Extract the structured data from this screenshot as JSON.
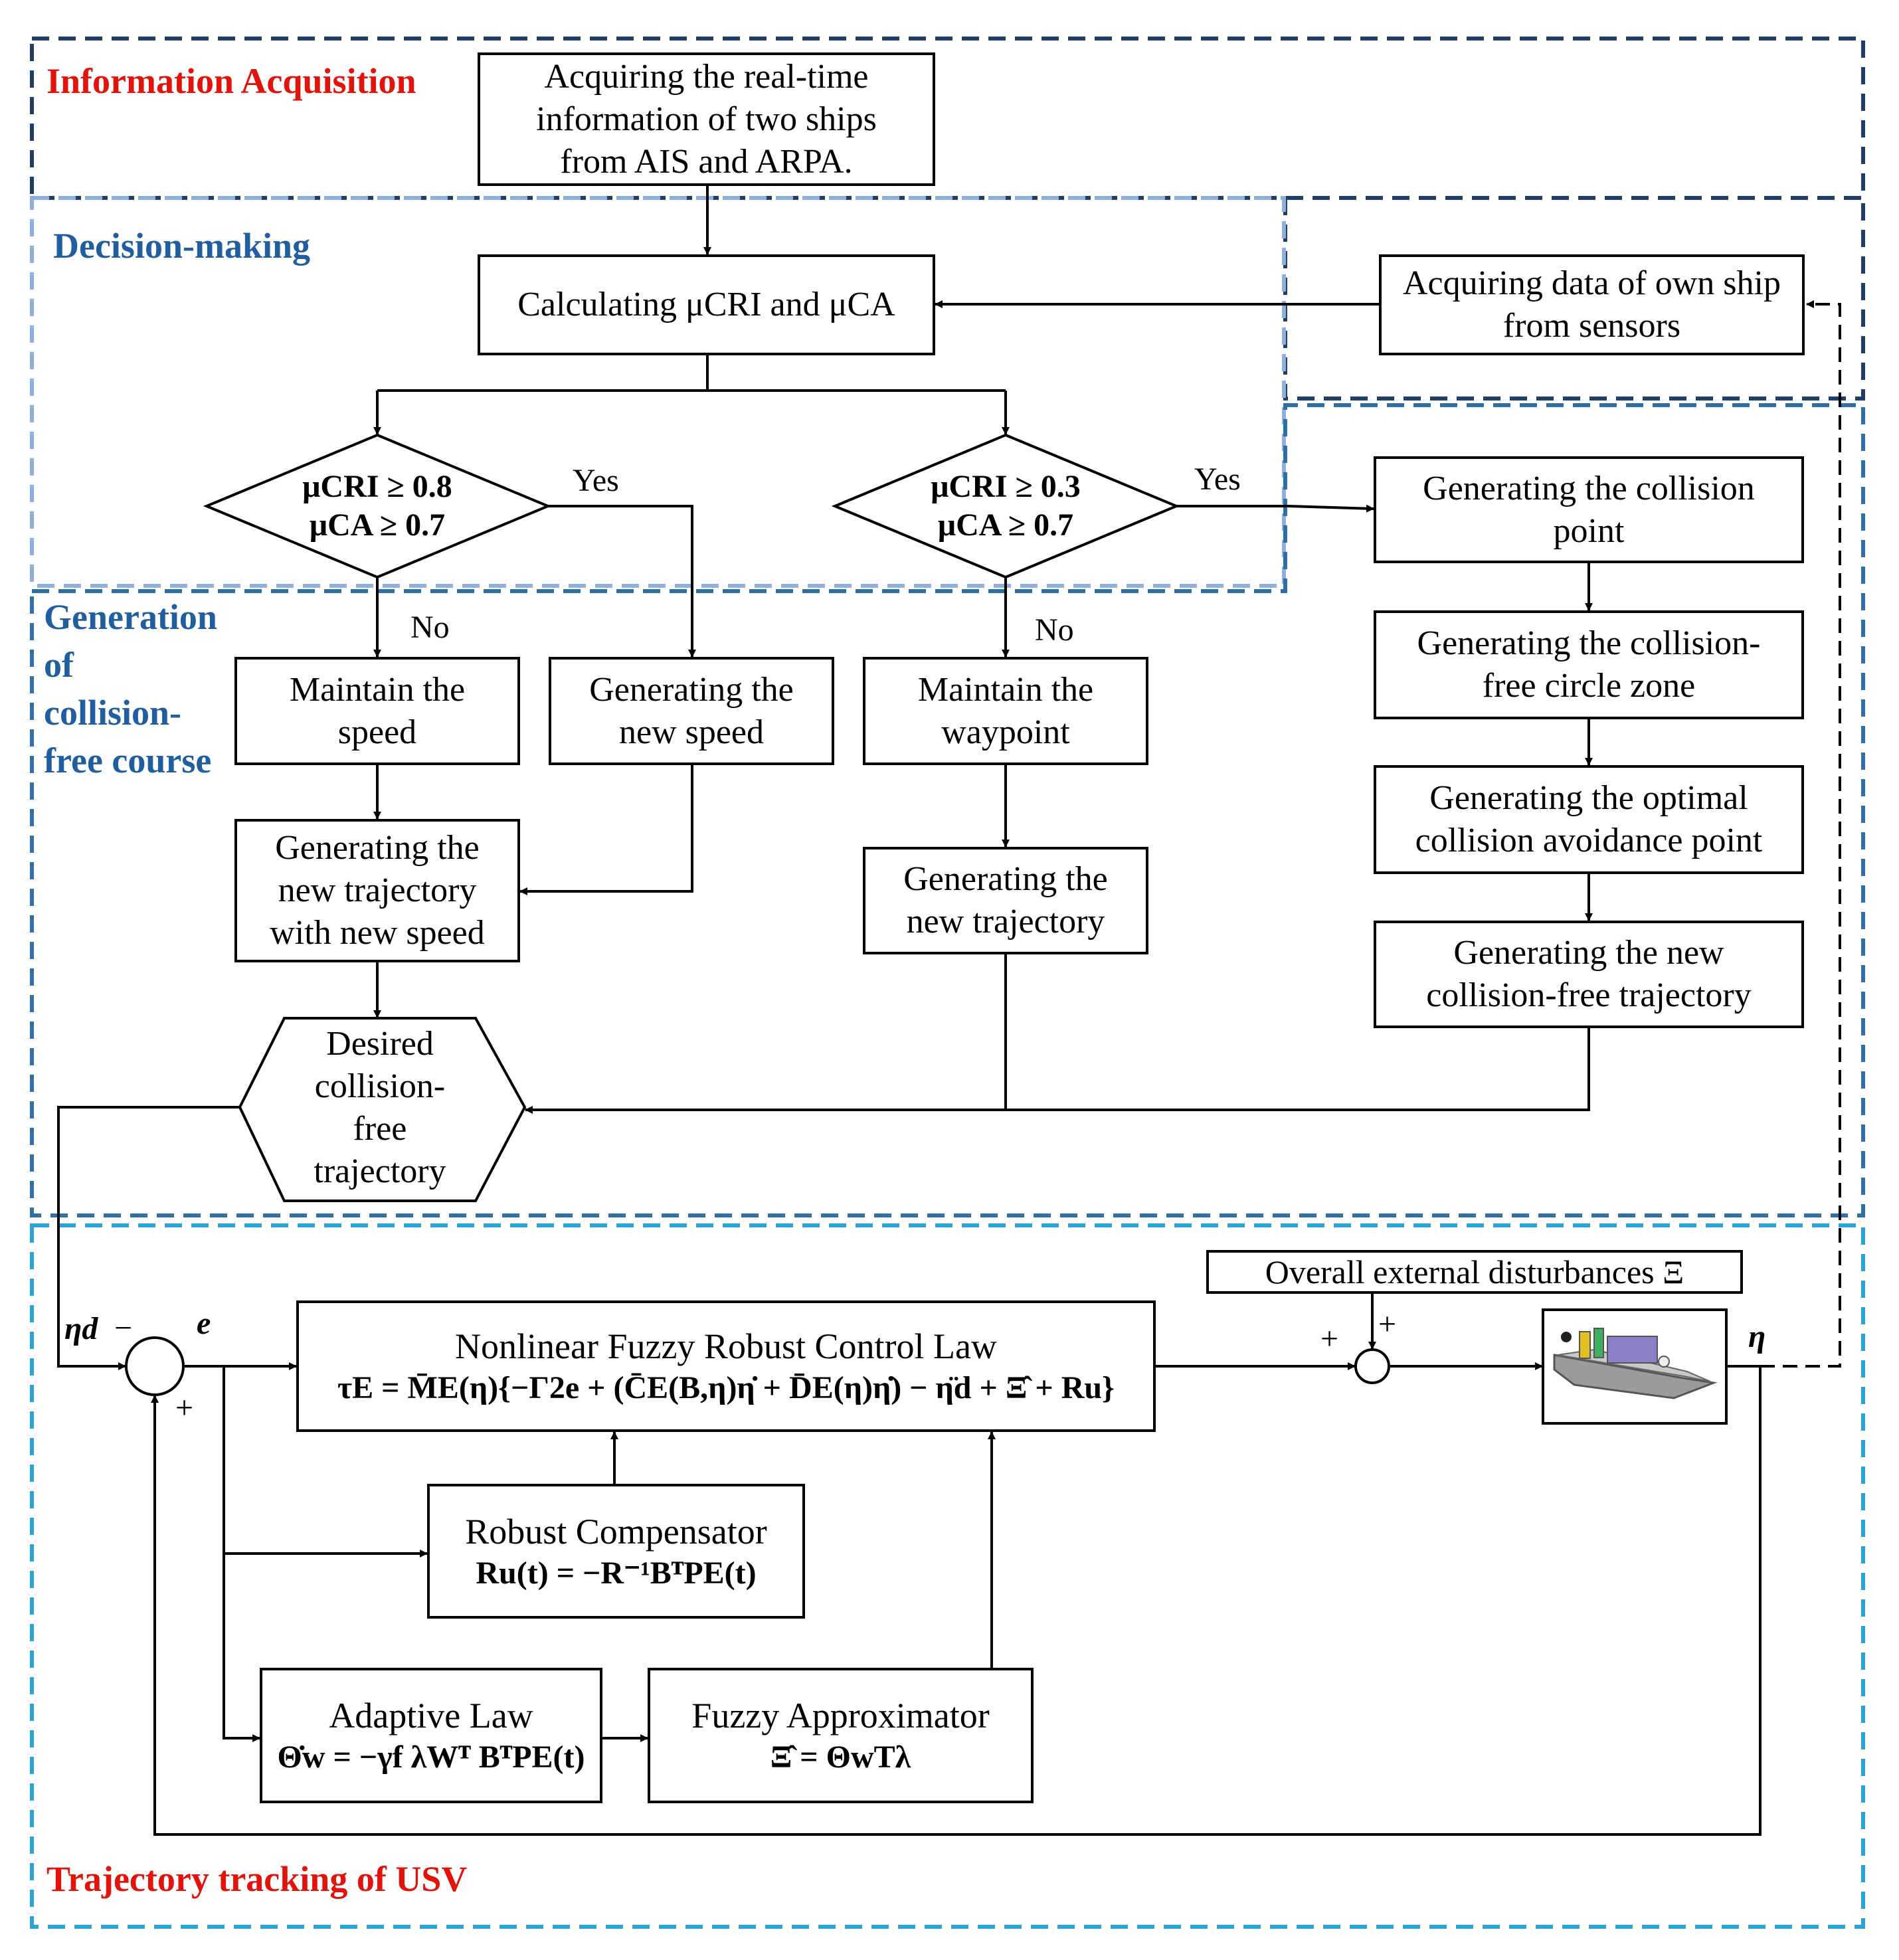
{
  "colors": {
    "info_border": "#1f3d66",
    "decision_border": "#8fb0dc",
    "generation_border": "#2f6fa6",
    "tracking_border": "#2aa3d6",
    "info_label": "#e3120b",
    "decision_label": "#1f5fa0",
    "generation_label": "#1f5fa0",
    "tracking_label": "#e3120b"
  },
  "regions": {
    "info": "Information Acquisition",
    "decision": "Decision-making",
    "generation": "Generation\nof\ncollision-\nfree course",
    "tracking": "Trajectory tracking of USV"
  },
  "boxes": {
    "acquire_two_ships": "Acquiring the real-time\ninformation of two ships\nfrom AIS and ARPA.",
    "calculating": "Calculating μCRI and μCA",
    "acquire_own_ship": "Acquiring data of own ship\nfrom sensors",
    "maintain_speed": "Maintain the\nspeed",
    "new_speed": "Generating the\nnew speed",
    "maintain_waypoint": "Maintain the\nwaypoint",
    "trajectory_new_speed": "Generating the\nnew trajectory\nwith new speed",
    "new_trajectory": "Generating the\nnew trajectory",
    "collision_point": "Generating the collision\npoint",
    "circle_zone": "Generating the collision-\nfree circle zone",
    "optimal_point": "Generating the optimal\ncollision avoidance point",
    "new_cf_trajectory": "Generating the new\ncollision-free trajectory",
    "desired": "Desired\ncollision-\nfree\ntrajectory",
    "disturbances": "Overall external disturbances  Ξ"
  },
  "diamonds": {
    "left": "μCRI ≥ 0.8\nμCA ≥ 0.7",
    "right": "μCRI ≥ 0.3\nμCA ≥ 0.7"
  },
  "edge_labels": {
    "yes_left": "Yes",
    "yes_right": "Yes",
    "no_left": "No",
    "no_right": "No"
  },
  "control": {
    "law_title": "Nonlinear Fuzzy Robust Control Law",
    "law_eq": "τE = M̄E(η){−Γ2e + (C̄E(B,η)η̇ + D̄E(η)η̇) − η̈d + Ξ̂ + Ru}",
    "robust_title": "Robust Compensator",
    "robust_eq": "Ru(t) = −R⁻¹BᵀPE(t)",
    "adaptive_title": "Adaptive Law",
    "adaptive_eq": "Θ̇w = −γf λWᵀ BᵀPE(t)",
    "fuzzy_title": "Fuzzy Approximator",
    "fuzzy_eq": "Ξ̂ = ΘwTλ"
  },
  "signals": {
    "eta_d": "ηd",
    "minus": "−",
    "e": "e",
    "plus": "+",
    "eta": "η"
  }
}
